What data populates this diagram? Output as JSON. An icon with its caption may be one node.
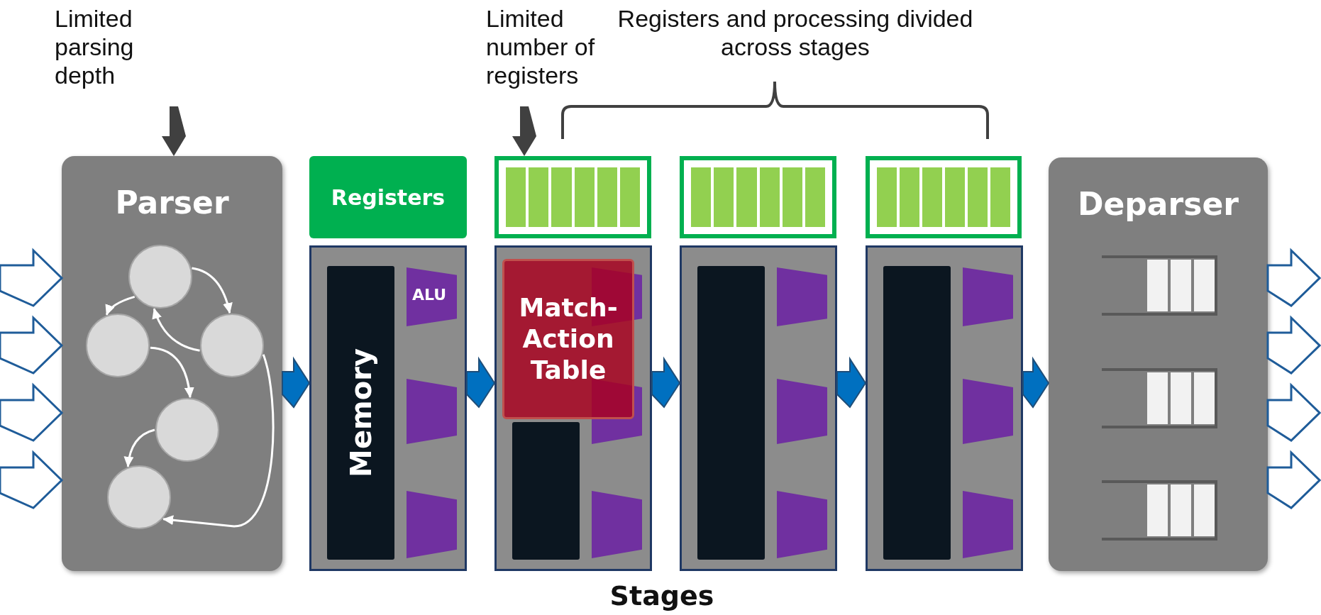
{
  "diagram": {
    "nodes": [
      {
        "text": [
          "Limited parsing depth"
        ]
      },
      {
        "text": [
          "Limited number of registers"
        ]
      },
      {
        "text": [
          "Parser"
        ]
      },
      {
        "text": [],
        "shape": "circle",
        "in": 2
      },
      {
        "text": [],
        "shape": "circle",
        "in": 2
      },
      {
        "text": [],
        "shape": "circle",
        "in": 2
      },
      {
        "text": [],
        "shape": "circle",
        "in": 2
      },
      {
        "text": [],
        "shape": "circle",
        "in": 2
      },
      {
        "text": [
          "Registers"
        ]
      },
      {
        "text": [],
        "shape": "box"
      },
      {
        "text": [],
        "shape": "box"
      },
      {
        "text": [],
        "shape": "box"
      },
      {
        "text": [],
        "shape": "box"
      },
      {
        "text": [
          "Memory"
        ],
        "in": 12
      },
      {
        "text": [
          "ALU"
        ],
        "in": 12
      },
      {
        "text": [],
        "shape": "trapezoid",
        "in": 12
      },
      {
        "text": [],
        "shape": "trapezoid",
        "in": 12
      },
      {
        "text": [],
        "shape": "box"
      },
      {
        "text": [],
        "shape": "bar",
        "in": 17
      },
      {
        "text": [],
        "shape": "trapezoid",
        "in": 17
      },
      {
        "text": [],
        "shape": "trapezoid",
        "in": 17
      },
      {
        "text": [],
        "shape": "trapezoid",
        "in": 17
      },
      {
        "text": [
          "Match-Action Table"
        ],
        "in": 17
      },
      {
        "text": [],
        "shape": "box"
      },
      {
        "text": [],
        "shape": "bar",
        "in": 23
      },
      {
        "text": [],
        "shape": "trapezoid",
        "in": 23
      },
      {
        "text": [],
        "shape": "trapezoid",
        "in": 23
      },
      {
        "text": [],
        "shape": "trapezoid",
        "in": 23
      },
      {
        "text": [],
        "shape": "box"
      },
      {
        "text": [],
        "shape": "bar",
        "in": 28
      },
      {
        "text": [],
        "shape": "trapezoid",
        "in": 28
      },
      {
        "text": [],
        "shape": "trapezoid",
        "in": 28
      },
      {
        "text": [],
        "shape": "trapezoid",
        "in": 28
      },
      {
        "text": [
          "Deparser"
        ]
      },
      {
        "text": [],
        "shape": "box",
        "in": 33
      },
      {
        "text": [],
        "shape": "box",
        "in": 33
      },
      {
        "text": [],
        "shape": "box",
        "in": 33
      }
    ],
    "edges": [
      {
        "from": 0,
        "to": 2,
        "arrow": "to",
        "color": "#404040"
      },
      {
        "from": 1,
        "to": 9,
        "arrow": "to",
        "color": "#404040"
      },
      {
        "from": null,
        "to": 2,
        "arrow": "to"
      },
      {
        "from": null,
        "to": 2,
        "arrow": "to"
      },
      {
        "from": null,
        "to": 2,
        "arrow": "to"
      },
      {
        "from": null,
        "to": 2,
        "arrow": "to"
      },
      {
        "from": 2,
        "to": 12,
        "arrow": "to"
      },
      {
        "from": 12,
        "to": 17,
        "arrow": "to"
      },
      {
        "from": 17,
        "to": 23,
        "arrow": "to"
      },
      {
        "from": 23,
        "to": 28,
        "arrow": "to"
      },
      {
        "from": 28,
        "to": 33,
        "arrow": "to"
      },
      {
        "from": 33,
        "to": null,
        "arrow": "to"
      },
      {
        "from": 33,
        "to": null,
        "arrow": "to"
      },
      {
        "from": 33,
        "to": null,
        "arrow": "to"
      },
      {
        "from": 33,
        "to": null,
        "arrow": "to"
      },
      {
        "from": 3,
        "to": 5,
        "arrow": "to",
        "color": "#ffffff"
      },
      {
        "from": 5,
        "to": 3,
        "arrow": "to",
        "color": "#ffffff"
      },
      {
        "from": 3,
        "to": 4,
        "arrow": "to",
        "color": "#ffffff"
      },
      {
        "from": 4,
        "to": 6,
        "arrow": "to",
        "color": "#ffffff"
      },
      {
        "from": 6,
        "to": 7,
        "arrow": "to",
        "color": "#ffffff"
      },
      {
        "from": 5,
        "to": 7,
        "arrow": "to",
        "color": "#ffffff"
      }
    ],
    "labels": [
      "Registers and processing divided across stages",
      "Stages"
    ]
  }
}
